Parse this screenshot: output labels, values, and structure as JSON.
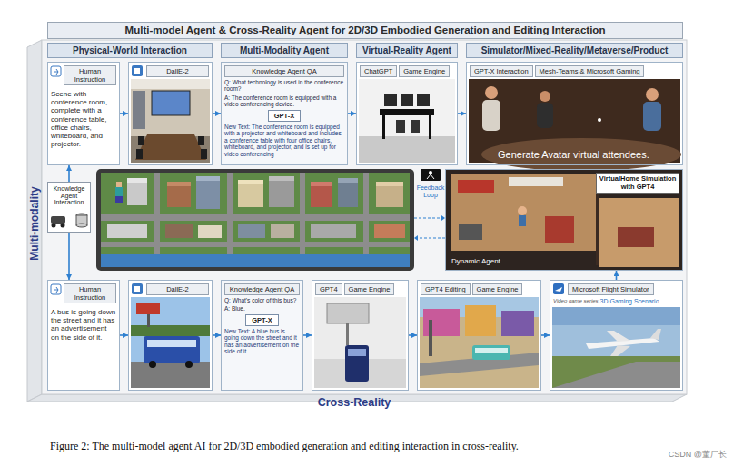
{
  "diagram": {
    "title": "Multi-model Agent & Cross-Reality Agent for 2D/3D Embodied Generation and Editing Interaction",
    "caption": "Figure 2: The multi-model agent AI for 2D/3D embodied generation and editing interaction in cross-reality.",
    "nodes": [
      {
        "text": [
          "Physical-World Interaction"
        ]
      },
      {
        "text": [
          "Multi-Modality Agent"
        ]
      },
      {
        "text": [
          "Virtual-Reality Agent"
        ]
      },
      {
        "text": [
          "Simulator/Mixed-Reality/Metaverse/Product"
        ]
      },
      {
        "text": [
          "Human Instruction",
          "Scene with conference room, complete with a conference table, office chairs, whiteboard, and projector."
        ]
      },
      {
        "text": [
          "DallE-2"
        ]
      },
      {
        "text": [
          "Knowledge Agent QA",
          "Q: What technology is used in the conference room?",
          "A: The conference room is equipped with a video conferencing device.",
          "New Text: The conference room is equipped with a projector and whiteboard and includes a conference table with four office chairs, whiteboard, and projector, and is set up for video conferencing"
        ]
      },
      {
        "text": [
          "GPT-X"
        ],
        "in": 6
      },
      {
        "text": [
          "ChatGPT",
          "Game Engine"
        ]
      },
      {
        "text": [
          "GPT-X Interaction",
          "Mesh-Teams & Microsoft Gaming",
          "Generate Avatar virtual attendees."
        ]
      },
      {
        "text": [
          "Knowledge Agent Interaction"
        ]
      },
      {
        "text": [
          "VirtualHome Simulation with GPT4",
          "Dynamic Agent"
        ]
      },
      {
        "text": [
          "Human Instruction",
          "A bus is going down the street and it has an advertisement on the side of it."
        ]
      },
      {
        "text": [
          "DallE-2"
        ]
      },
      {
        "text": [
          "Knowledge Agent QA",
          "Q: What's color of this bus?",
          "A: Blue.",
          "New Text: A blue bus is going down the street and it has an advertisement on the side of it."
        ]
      },
      {
        "text": [
          "GPT-X"
        ],
        "in": 14
      },
      {
        "text": [
          "GPT4",
          "Game Engine"
        ]
      },
      {
        "text": [
          "GPT4 Editing",
          "Game Engine"
        ]
      },
      {
        "text": [
          "Microsoft Flight Simulator",
          "Video game series",
          "3D Gaming Scenario"
        ]
      }
    ],
    "edges": [
      {
        "from": 4,
        "to": 5,
        "arrow": "to"
      },
      {
        "from": 5,
        "to": 6,
        "arrow": "to"
      },
      {
        "from": 6,
        "to": 8,
        "arrow": "to"
      },
      {
        "from": 8,
        "to": 9,
        "arrow": "to"
      },
      {
        "from": 10,
        "to": 4,
        "arrow": "to"
      },
      {
        "from": 10,
        "to": 12,
        "arrow": "to"
      },
      {
        "from": 12,
        "to": 13,
        "arrow": "to"
      },
      {
        "from": 13,
        "to": 14,
        "arrow": "to"
      },
      {
        "from": 14,
        "to": 16,
        "arrow": "to"
      },
      {
        "from": 16,
        "to": 17,
        "arrow": "to"
      },
      {
        "from": 17,
        "to": 18,
        "arrow": "to"
      },
      {
        "from": 18,
        "to": 11,
        "arrow": "to"
      }
    ],
    "labels": [
      "Multi-modality",
      "Feedback Loop",
      "Cross-Reality",
      "CSDN @董厂长"
    ]
  }
}
